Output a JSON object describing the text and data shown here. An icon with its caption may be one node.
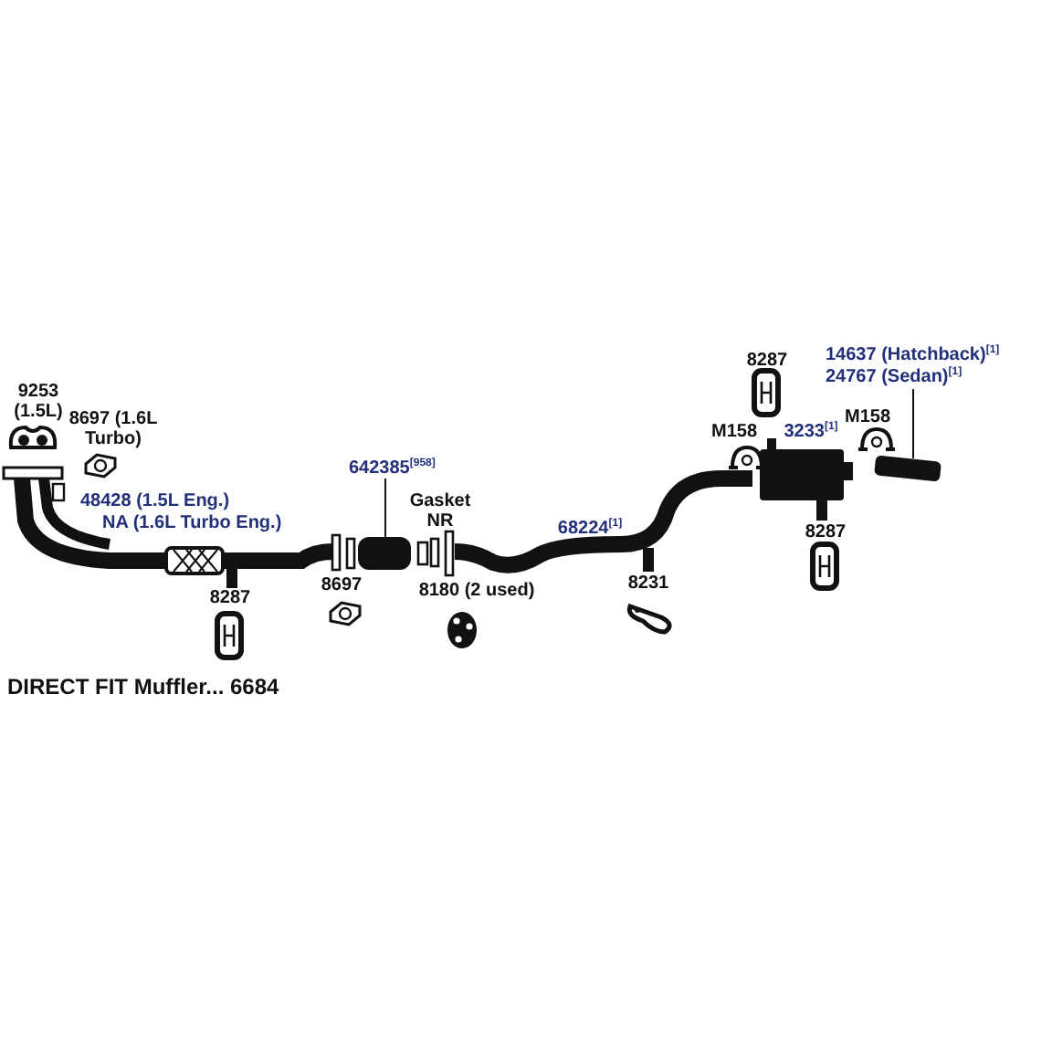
{
  "diagram": {
    "caption": "DIRECT FIT Muffler... 6684",
    "nodes": [
      {
        "text": [
          "642385$^{[958]}$"
        ]
      },
      {
        "text": [],
        "shape": "cylinder"
      },
      {
        "text": [
          "14637 (Hatchback)$^{[1]}$",
          "24767 (Sedan)$^{[1]}$"
        ]
      },
      {
        "text": [],
        "shape": "bar"
      }
    ],
    "edges": [
      {
        "from": 0,
        "to": 1,
        "arrow": "none"
      },
      {
        "from": 2,
        "to": 3,
        "arrow": "none"
      }
    ],
    "labels": [
      "9253 (1.5L)",
      "8697 (1.6L Turbo)",
      "48428 (1.5L Eng.)",
      "NA (1.6L Turbo Eng.)",
      "8287",
      "Gasket NR",
      "8697",
      "8180 (2 used)",
      "68224$^{[1]}$",
      "8231",
      "8287",
      "M158",
      "3233$^{[1]}$",
      "M158",
      "8287"
    ]
  }
}
